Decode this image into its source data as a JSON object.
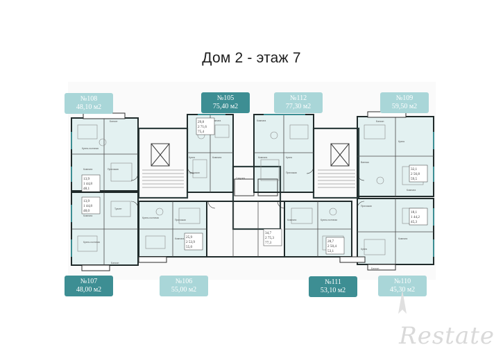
{
  "title": "Дом 2 - этаж 7",
  "brand": "Restate",
  "apartments": [
    {
      "number": "№108",
      "area": "48,10 м2",
      "style": "light"
    },
    {
      "number": "№105",
      "area": "75,40 м2",
      "style": "dark"
    },
    {
      "number": "№112",
      "area": "77,30 м2",
      "style": "light"
    },
    {
      "number": "№109",
      "area": "59,50 м2",
      "style": "light"
    },
    {
      "number": "№107",
      "area": "48,00 м2",
      "style": "dark"
    },
    {
      "number": "№106",
      "area": "55,00 м2",
      "style": "light"
    },
    {
      "number": "№111",
      "area": "53,10 м2",
      "style": "dark"
    },
    {
      "number": "№110",
      "area": "45,30 м2",
      "style": "light"
    }
  ],
  "room_labels": {
    "balcony": "Балкон",
    "kitchen": "Кухня",
    "kitchen_living": "Кухня-гостиная",
    "room": "Комната",
    "hall": "Прихожая",
    "bathroom": "Санузел",
    "toilet": "Туалет",
    "bath": "Ванная",
    "corridor": "Коридор",
    "storage": "Гардероб"
  },
  "plates": [
    {
      "lines": [
        "13,9",
        "1  44,8",
        "48,1"
      ]
    },
    {
      "lines": [
        "13,9",
        "1  44,8",
        "48,0"
      ]
    },
    {
      "lines": [
        "29,8",
        "2  71,6",
        "75,4"
      ]
    },
    {
      "lines": [
        "25,9",
        "2  53,9",
        "55,0"
      ]
    },
    {
      "lines": [
        "34,7",
        "2  75,3",
        "77,3"
      ]
    },
    {
      "lines": [
        "28,7",
        "2  50,4",
        "53,1"
      ]
    },
    {
      "lines": [
        "32,1",
        "2  56,8",
        "59,5"
      ]
    },
    {
      "lines": [
        "18,1",
        "1  44,2",
        "45,3"
      ]
    }
  ]
}
